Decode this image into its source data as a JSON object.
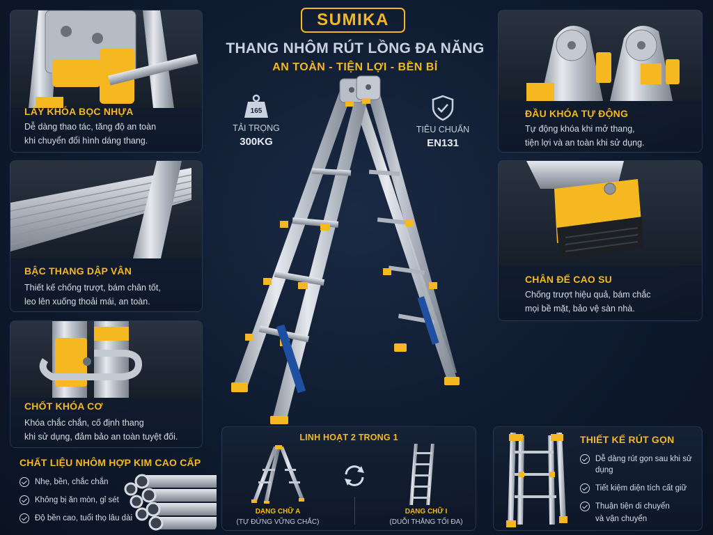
{
  "brand": "SUMIKA",
  "title": "THANG NHÔM RÚT LỒNG ĐA NĂNG",
  "subtitle": "AN TOÀN - TIỆN LỢI - BỀN BỈ",
  "specs": [
    {
      "icon": "weight-icon",
      "icon_text": "165",
      "label": "TẢI TRỌNG",
      "value": "300KG"
    },
    {
      "icon": "shield-check-icon",
      "label": "TIÊU CHUẨN",
      "value": "EN131"
    }
  ],
  "features_left": [
    {
      "title": "LẪY KHÓA BỌC NHỰA",
      "desc": [
        "Dễ dàng thao tác, tăng độ an toàn",
        "khi chuyển đổi hình dáng thang."
      ]
    },
    {
      "title": "BẬC THANG DẬP VÂN",
      "desc": [
        "Thiết kế chống trượt, bám chân tốt,",
        "leo lên xuống thoải mái, an toàn."
      ]
    },
    {
      "title": "CHỐT KHÓA CƠ",
      "desc": [
        "Khóa chắc chắn, cố định thang",
        "khi sử dụng, đảm bảo an toàn tuyệt đối."
      ]
    }
  ],
  "features_right": [
    {
      "title": "ĐẦU KHÓA TỰ ĐỘNG",
      "desc": [
        "Tự động khóa khi mở thang,",
        "tiện lợi và an toàn khi sử dụng."
      ]
    },
    {
      "title": "CHÂN ĐẾ CAO SU",
      "desc": [
        "Chống trượt hiệu quả, bám chắc",
        "mọi bề mặt, bảo vệ sàn nhà."
      ]
    }
  ],
  "material": {
    "title": "CHẤT LIỆU NHÔM HỢP KIM CAO CẤP",
    "items": [
      "Nhẹ, bền, chắc chắn",
      "Không bị ăn mòn, gỉ sét",
      "Độ bền cao, tuổi thọ lâu dài"
    ]
  },
  "modes": {
    "title": "LINH HOẠT 2 TRONG 1",
    "swap_icon": "swap-arrows-icon",
    "a_name": "DẠNG CHỮ A",
    "a_desc": "(TỰ ĐỨNG VỮNG CHẮC)",
    "i_name": "DẠNG CHỮ I",
    "i_desc": "(DUỖI THẲNG TỐI ĐA)"
  },
  "compact": {
    "title": "THIẾT KẾ RÚT GỌN",
    "items": [
      "Dễ dàng rút gọn sau khi sử dụng",
      "Tiết kiệm diện tích cất giữ",
      "Thuận tiện di chuyển",
      "và vận chuyển"
    ]
  },
  "colors": {
    "accent": "#f5b820",
    "background": "#0e1a2e",
    "aluminium": "#c9ced6"
  }
}
